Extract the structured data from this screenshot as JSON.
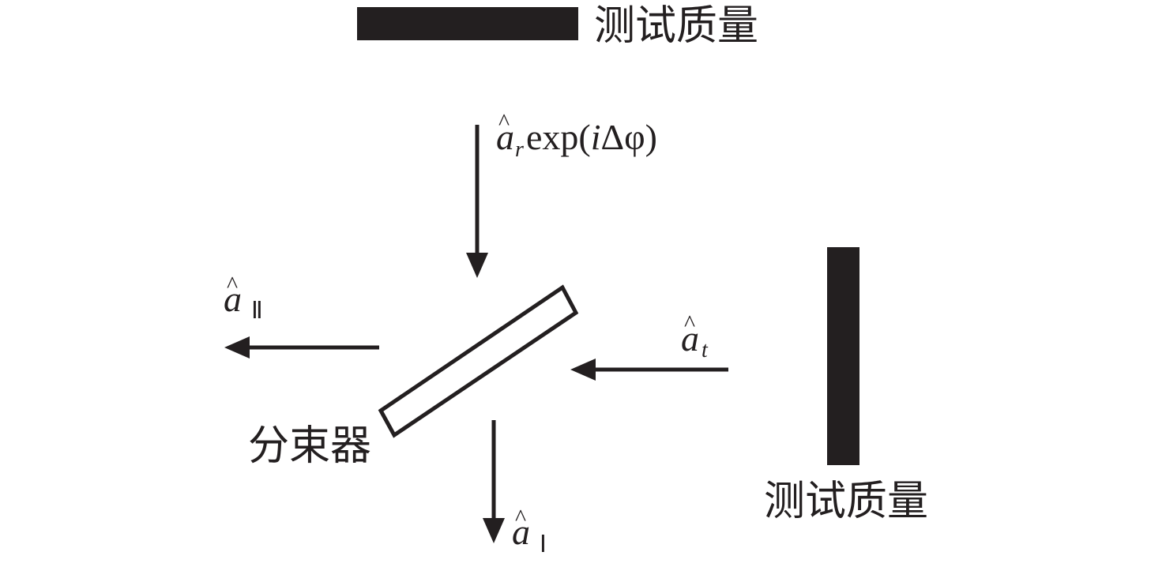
{
  "colors": {
    "ink": "#231f20",
    "background": "#ffffff"
  },
  "labels": {
    "test_mass_top": "测试质量",
    "test_mass_right": "测试质量",
    "beam_splitter": "分束器"
  },
  "beams": {
    "reflected": {
      "symbol": "a",
      "subscript": "r",
      "expr_prefix": "exp(",
      "phase_i": "i",
      "phase_rest": "Δφ)"
    },
    "transmitted": {
      "symbol": "a",
      "subscript": "t"
    },
    "output_one": {
      "symbol": "a",
      "subscript": "Ⅰ"
    },
    "output_two": {
      "symbol": "a",
      "subscript": "Ⅱ"
    }
  },
  "hat_glyph": "^"
}
